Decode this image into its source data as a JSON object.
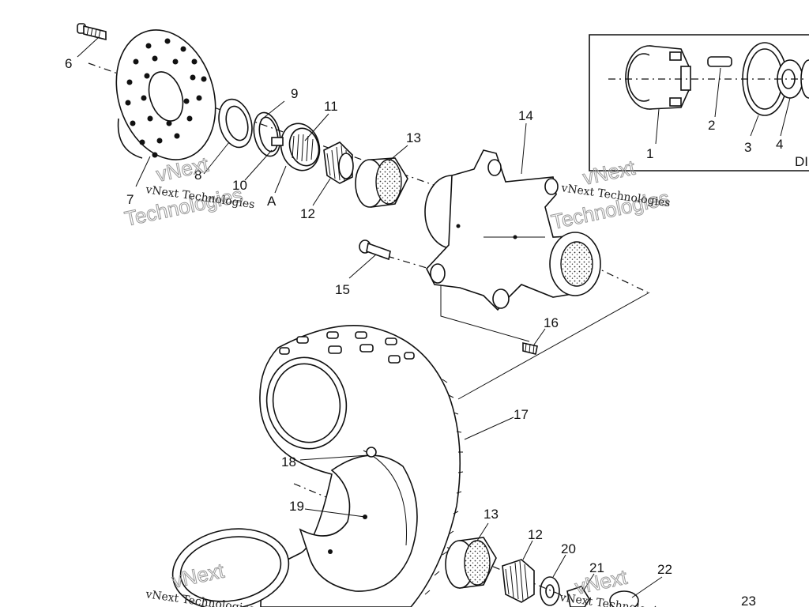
{
  "diagram": {
    "part_labels": [
      "6",
      "7",
      "8",
      "9",
      "10",
      "11",
      "A",
      "12",
      "13",
      "14",
      "15",
      "16",
      "17",
      "18",
      "19",
      "13",
      "12",
      "20",
      "21",
      "22",
      "23"
    ],
    "inset_labels": [
      "1",
      "2",
      "3",
      "4",
      "DI"
    ],
    "watermark": {
      "line1": "vNext Technologies",
      "big1": "vNext",
      "big2": "Technologies"
    }
  }
}
